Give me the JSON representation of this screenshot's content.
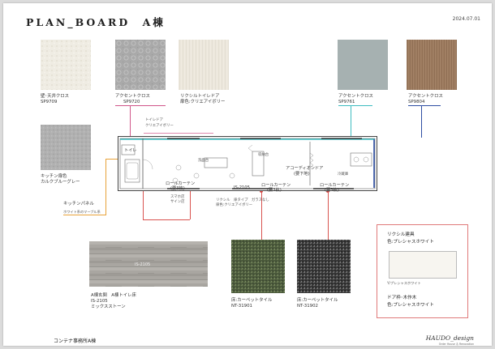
{
  "header": {
    "title": "PLAN_BOARD　A棟",
    "date": "2024.07.01"
  },
  "colors": {
    "pink": "#d0568a",
    "teal": "#3fbcc0",
    "navy": "#2e4fa3",
    "red": "#d9534f",
    "orange": "#e8a33a"
  },
  "samples": {
    "wall": {
      "label": "壁･天井クロス",
      "code": "SP9709"
    },
    "accent1": {
      "label": "アクセントクロス",
      "code": "SP9720"
    },
    "door": {
      "label": "リクシルトイレドア",
      "color": "扉色:クリエアイボリー"
    },
    "accent2": {
      "label": "アクセントクロス",
      "code": "SP9761"
    },
    "accent3": {
      "label": "アクセントクロス",
      "code": "SP9804"
    },
    "kitchen": {
      "label": "キッチン扉色",
      "color": "カルクブルーグレー"
    },
    "kitchen_panel": {
      "label": "キッチンパネル",
      "note": "ホワイト系のマーブル系"
    },
    "tile": {
      "label": "A棟玄関　A棟トイレ床",
      "code": "IS-2105",
      "name": "ミックスストーン",
      "overlay": "IS-2105"
    },
    "carpet1": {
      "label": "床:カーペットタイル",
      "code": "NT-31901"
    },
    "carpet2": {
      "label": "床:カーペットタイル",
      "code": "NT-31902"
    }
  },
  "plan": {
    "door_note_1": "トイレドア",
    "door_note_2": "クリエアイボリー",
    "toilet": "トイレ",
    "wash": "洗面台",
    "desk": "収納台",
    "roll1": "ロールカーテン",
    "roll1_sub": "(要3枚)",
    "floor_code": "IS-2105",
    "roll2": "ロールカーテン",
    "roll2_sub": "(要3枚)",
    "accordion": "アコーディオンドア",
    "accordion_sub": "(要下地)",
    "roll3": "ロールカーテン",
    "roll3_sub": "(要3枚)",
    "note_a": "スマホ店",
    "note_b": "サイン店",
    "note_c": "リクシル　扉タイプ　ガラスなし",
    "note_d": "扉色:クリエアイボリー",
    "fridge": "冷蔵庫"
  },
  "finish_box": {
    "title1": "リクシル建具",
    "sub1": "色:プレシャスホワイト",
    "swatch_caption": "Y/プレシャスホワイト",
    "title2": "ドア枠･木作木",
    "sub2": "色:プレシャスホワイト"
  },
  "footer": {
    "project": "コンテナ事務所A棟",
    "logo": "HAUDO_design",
    "logo_sub": "Order House ＆ Renovation"
  }
}
